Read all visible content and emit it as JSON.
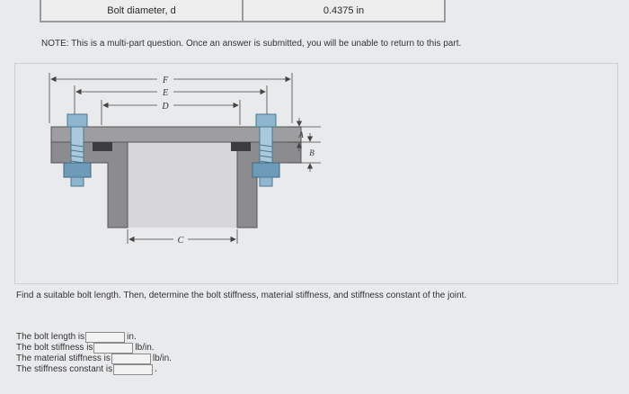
{
  "table": {
    "label": "Bolt diameter, d",
    "value": "0.4375 in"
  },
  "note": "NOTE: This is a multi-part question. Once an answer is submitted, you will be unable to return to this part.",
  "diagram": {
    "labels": {
      "F": "F",
      "E": "E",
      "D": "D",
      "A": "A",
      "B": "B",
      "C": "C"
    }
  },
  "prompt": "Find a suitable bolt length. Then, determine the bolt stiffness, material stiffness, and stiffness constant of the joint.",
  "answers": [
    {
      "label": "The bolt length is",
      "unit": "in."
    },
    {
      "label": "The bolt stiffness is",
      "unit": "lb/in."
    },
    {
      "label": "The material stiffness is",
      "unit": "lb/in."
    },
    {
      "label": "The stiffness constant is",
      "unit": "."
    }
  ]
}
